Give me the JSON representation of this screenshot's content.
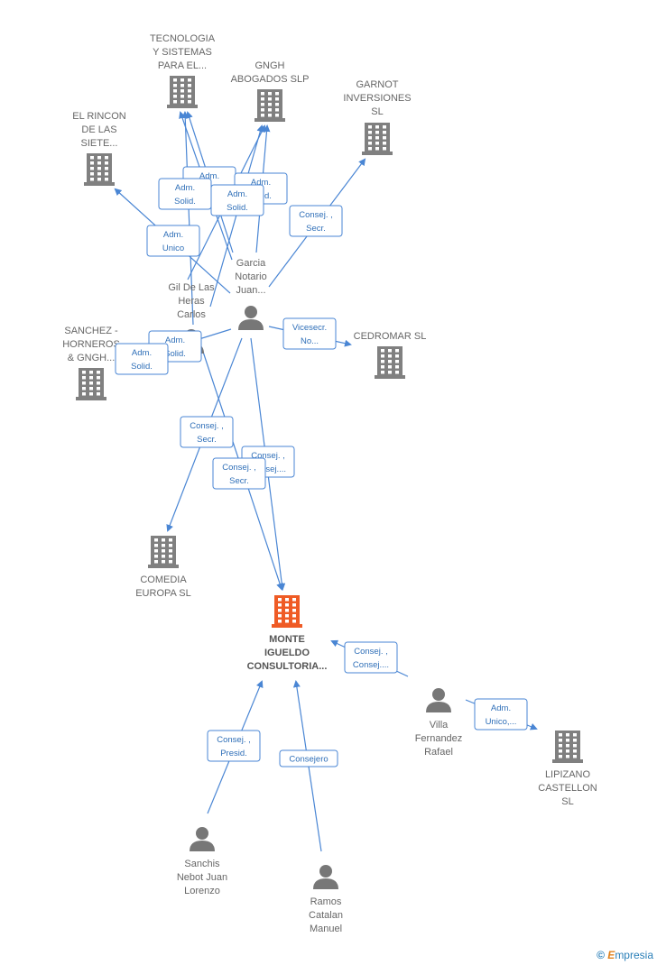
{
  "colors": {
    "edge": "#4a86d4",
    "company": "#808080",
    "main_company": "#ef5b25",
    "person": "#777777"
  },
  "nodes": [
    {
      "id": "tecnologia",
      "type": "company",
      "label": [
        "TECNOLOGIA",
        "Y SISTEMAS",
        "PARA EL..."
      ]
    },
    {
      "id": "gngh",
      "type": "company",
      "label": [
        "GNGH",
        "ABOGADOS  SLP"
      ]
    },
    {
      "id": "garnot",
      "type": "company",
      "label": [
        "GARNOT",
        "INVERSIONES",
        "SL"
      ]
    },
    {
      "id": "rincon",
      "type": "company",
      "label": [
        "EL RINCON",
        "DE LAS",
        "SIETE..."
      ]
    },
    {
      "id": "sanchez_h",
      "type": "company",
      "label": [
        "SANCHEZ -",
        "HORNEROS",
        "& GNGH..."
      ]
    },
    {
      "id": "cedromar",
      "type": "company",
      "label": [
        "CEDROMAR SL"
      ]
    },
    {
      "id": "comedia",
      "type": "company",
      "label": [
        "COMEDIA",
        "EUROPA SL"
      ]
    },
    {
      "id": "monte",
      "type": "main",
      "label": [
        "MONTE",
        "IGUELDO",
        "CONSULTORIA..."
      ]
    },
    {
      "id": "lipizano",
      "type": "company",
      "label": [
        "LIPIZANO",
        "CASTELLON",
        "SL"
      ]
    },
    {
      "id": "garcia",
      "type": "person",
      "label": [
        "Garcia",
        "Notario",
        "Juan..."
      ]
    },
    {
      "id": "gil",
      "type": "person",
      "label": [
        "Gil De Las",
        "Heras",
        "Carlos"
      ]
    },
    {
      "id": "villa",
      "type": "person",
      "label": [
        "Villa",
        "Fernandez",
        "Rafael"
      ]
    },
    {
      "id": "sanchis",
      "type": "person",
      "label": [
        "Sanchis",
        "Nebot Juan",
        "Lorenzo"
      ]
    },
    {
      "id": "ramos",
      "type": "person",
      "label": [
        "Ramos",
        "Catalan",
        "Manuel"
      ]
    }
  ],
  "edge_labels": [
    {
      "id": "e1",
      "text": [
        "Adm.",
        "Solid."
      ]
    },
    {
      "id": "e2",
      "text": [
        "Adm.",
        "Solid."
      ]
    },
    {
      "id": "e3",
      "text": [
        "Adm.",
        "Solid."
      ]
    },
    {
      "id": "e4",
      "text": [
        "Adm.",
        "Solid."
      ]
    },
    {
      "id": "e5",
      "text": [
        "Adm.",
        "Unico"
      ]
    },
    {
      "id": "e6",
      "text": [
        "Consej. ,",
        "Secr."
      ]
    },
    {
      "id": "e7",
      "text": [
        "Vicesecr.",
        "No..."
      ]
    },
    {
      "id": "e8",
      "text": [
        "Adm.",
        "Solid."
      ]
    },
    {
      "id": "e9",
      "text": [
        "Adm.",
        "Solid."
      ]
    },
    {
      "id": "e10",
      "text": [
        "Consej. ,",
        "Secr."
      ]
    },
    {
      "id": "e11",
      "text": [
        "Consej. ,",
        "Consej...."
      ]
    },
    {
      "id": "e12",
      "text": [
        "Consej. ,",
        "Secr."
      ]
    },
    {
      "id": "e13",
      "text": [
        "Consej. ,",
        "Consej...."
      ]
    },
    {
      "id": "e14",
      "text": [
        "Adm.",
        "Unico,..."
      ]
    },
    {
      "id": "e15",
      "text": [
        "Consej. ,",
        "Presid."
      ]
    },
    {
      "id": "e16",
      "text": [
        "Consejero"
      ]
    }
  ],
  "brand": {
    "copyright": "©",
    "name": "mpresia",
    "initial": "E"
  }
}
